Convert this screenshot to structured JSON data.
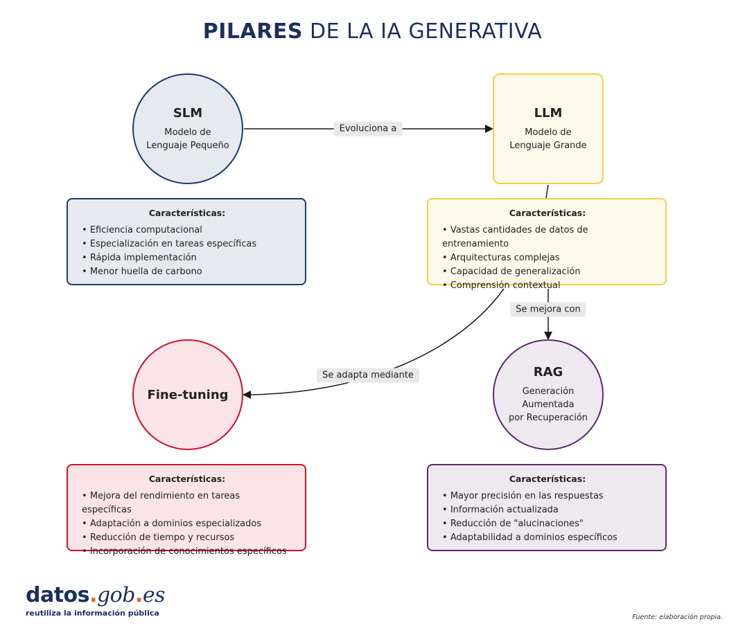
{
  "title": {
    "bold": "PILARES",
    "rest": "DE LA IA GENERATIVA"
  },
  "nodes": {
    "slm": {
      "title": "SLM",
      "subtitle_line1": "Modelo de",
      "subtitle_line2": "Lenguaje Pequeño",
      "fill": "#e6e9ee",
      "border": "#1e3a6e"
    },
    "llm": {
      "title": "LLM",
      "subtitle_line1": "Modelo de",
      "subtitle_line2": "Lenguaje Grande",
      "fill": "#fdf9ea",
      "border": "#f5cf45"
    },
    "finetuning": {
      "title": "Fine-tuning",
      "fill": "#fae4e8",
      "border": "#d0102a"
    },
    "rag": {
      "title": "RAG",
      "subtitle_line1": "Generación",
      "subtitle_line2": "Aumentada",
      "subtitle_line3": "por Recuperación",
      "fill": "#eee8ef",
      "border": "#5a2a6a"
    }
  },
  "edges": {
    "slm_llm": "Evoluciona a",
    "llm_rag": "Se mejora con",
    "llm_ft": "Se adapta mediante"
  },
  "characteristics": {
    "heading": "Características:",
    "slm": [
      "Eficiencia computacional",
      "Especialización en tareas específicas",
      "Rápida implementación",
      "Menor huella de carbono"
    ],
    "llm": [
      "Vastas cantidades de datos de entrenamiento",
      "Arquitecturas complejas",
      "Capacidad de generalización",
      "Comprensión contextual"
    ],
    "finetuning": [
      "Mejora del rendimiento en tareas específicas",
      "Adaptación a dominios especializados",
      "Reducción de tiempo y recursos",
      "Incorporación de conocimientos específicos"
    ],
    "rag": [
      "Mayor precisión en las respuestas",
      "Información actualizada",
      "Reducción de \"alucinaciones\"",
      "Adaptabilidad a dominios específicos"
    ]
  },
  "footer": {
    "logo_datos": "datos",
    "logo_dot": ".",
    "logo_gob": "gob",
    "logo_dot2": ".",
    "logo_es": "es",
    "tagline": "reutiliza la información pública",
    "source": "Fuente: elaboración propia."
  }
}
